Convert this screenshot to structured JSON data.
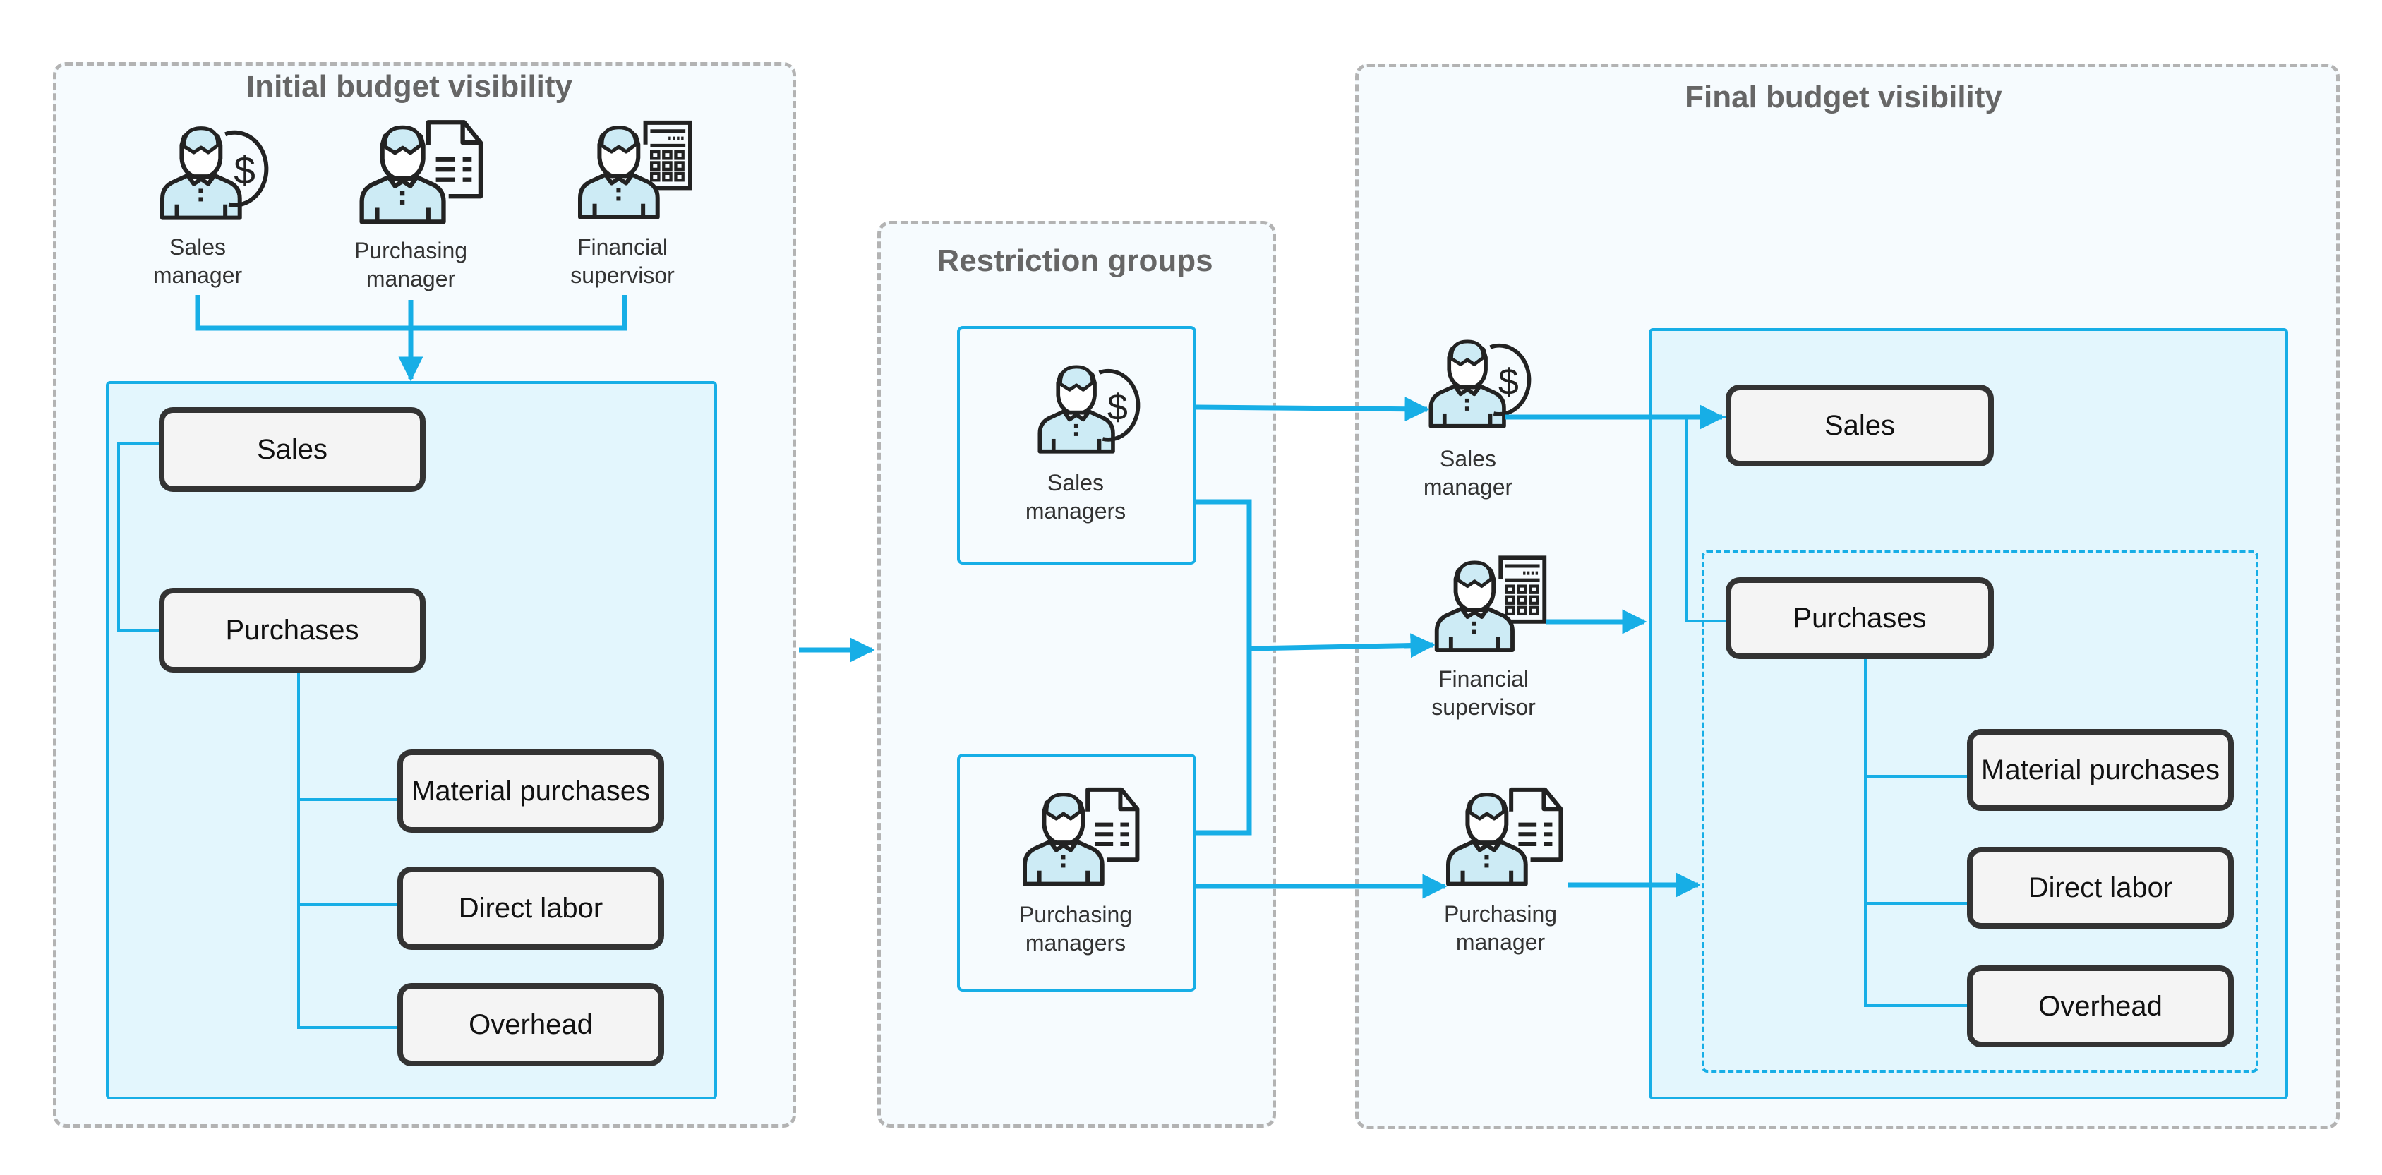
{
  "colors": {
    "accent": "#17aee6",
    "node_border": "#333333",
    "node_fill": "#f4f4f4",
    "container_fill": "#e3f6fd",
    "dashed_border": "#b3b3b3",
    "title": "#666666",
    "person_fill": "#cdebf5"
  },
  "initial": {
    "title": "Initial budget visibility",
    "people": [
      {
        "line1": "Sales",
        "line2": "manager",
        "icon": "sales-manager-icon"
      },
      {
        "line1": "Purchasing",
        "line2": "manager",
        "icon": "purchasing-manager-icon"
      },
      {
        "line1": "Financial",
        "line2": "supervisor",
        "icon": "financial-supervisor-icon"
      }
    ],
    "nodes": {
      "sales": "Sales",
      "purchases": "Purchases",
      "material": "Material purchases",
      "labor": "Direct labor",
      "overhead": "Overhead"
    }
  },
  "restriction": {
    "title": "Restriction groups",
    "groups": [
      {
        "line1": "Sales",
        "line2": "managers",
        "icon": "sales-manager-icon"
      },
      {
        "line1": "Purchasing",
        "line2": "managers",
        "icon": "purchasing-manager-icon"
      }
    ]
  },
  "final": {
    "title": "Final budget visibility",
    "people": [
      {
        "line1": "Sales",
        "line2": "manager",
        "icon": "sales-manager-icon"
      },
      {
        "line1": "Financial",
        "line2": "supervisor",
        "icon": "financial-supervisor-icon"
      },
      {
        "line1": "Purchasing",
        "line2": "manager",
        "icon": "purchasing-manager-icon"
      }
    ],
    "nodes": {
      "sales": "Sales",
      "purchases": "Purchases",
      "material": "Material purchases",
      "labor": "Direct labor",
      "overhead": "Overhead"
    }
  }
}
